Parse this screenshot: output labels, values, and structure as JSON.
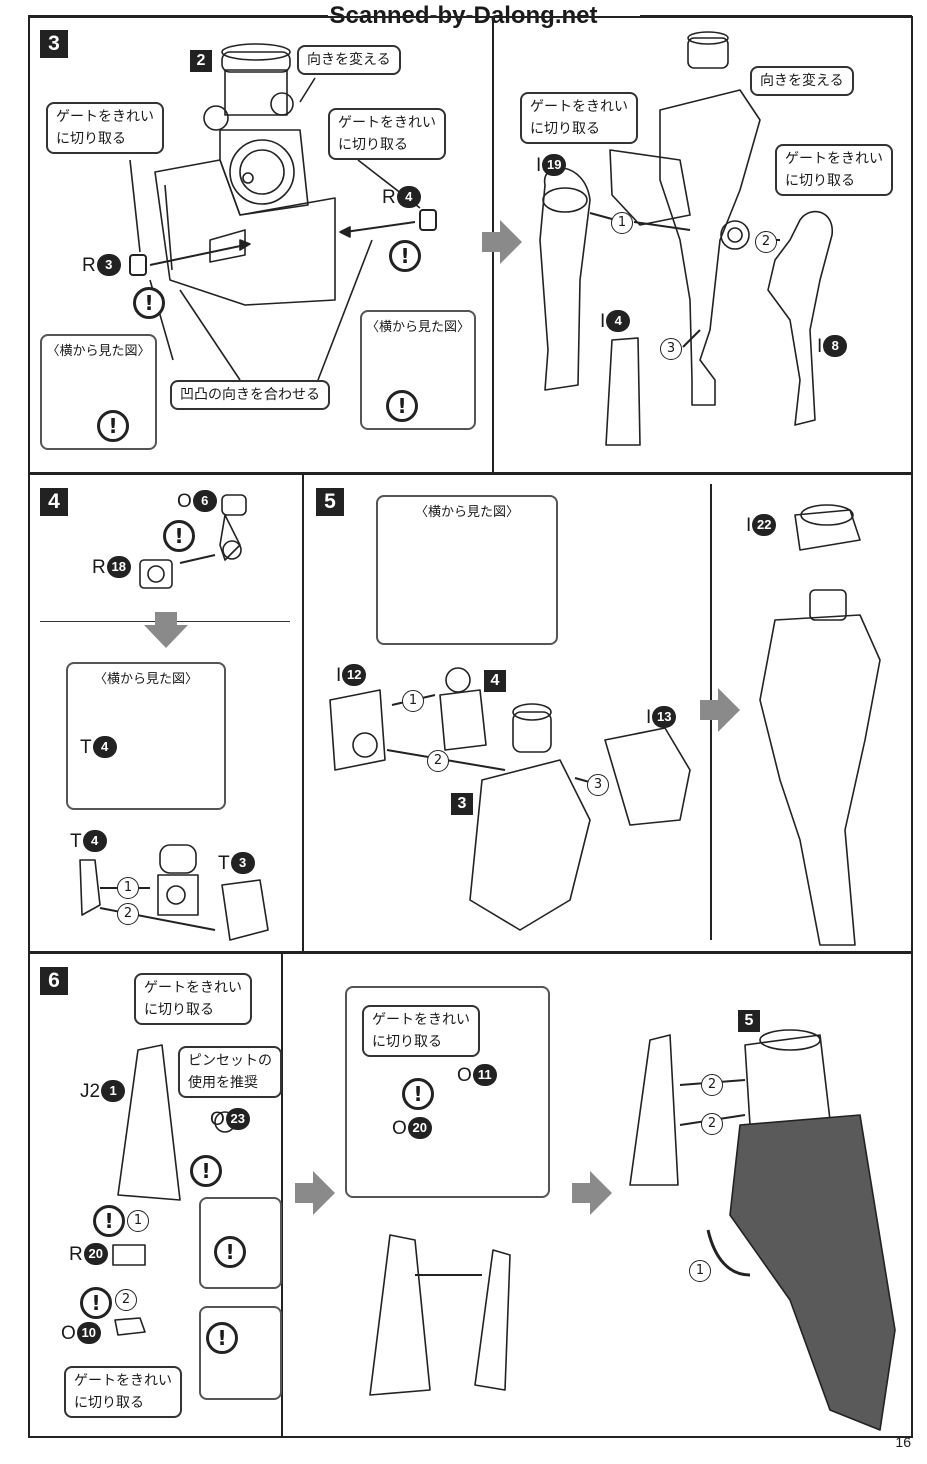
{
  "header": {
    "title": "Scanned-by-Dalong.net"
  },
  "page_number": "16",
  "notes": {
    "gate_cut": "ゲートをきれい\nに切り取る",
    "change_direction": "向きを変える",
    "side_view": "〈横から見た図〉",
    "align_recess": "凹凸の向きを合わせる",
    "tweezers": "ピンセットの\n使用を推奨"
  },
  "caution_icon": "!",
  "steps": {
    "s3": {
      "number": "3",
      "sub_ref": "2",
      "parts": {
        "R3": {
          "letter": "R",
          "num": "3"
        },
        "R4": {
          "letter": "R",
          "num": "4"
        },
        "I19": {
          "letter": "I",
          "num": "19"
        },
        "I4": {
          "letter": "I",
          "num": "4"
        },
        "I8": {
          "letter": "I",
          "num": "8"
        }
      },
      "seq": [
        "1",
        "2",
        "3"
      ]
    },
    "s4": {
      "number": "4",
      "parts": {
        "O6": {
          "letter": "O",
          "num": "6"
        },
        "R18": {
          "letter": "R",
          "num": "18"
        },
        "T4a": {
          "letter": "T",
          "num": "4"
        },
        "T4b": {
          "letter": "T",
          "num": "4"
        },
        "T3": {
          "letter": "T",
          "num": "3"
        }
      },
      "seq": [
        "1",
        "2"
      ]
    },
    "s5": {
      "number": "5",
      "ref4": "4",
      "ref3": "3",
      "parts": {
        "I12": {
          "letter": "I",
          "num": "12"
        },
        "I13": {
          "letter": "I",
          "num": "13"
        },
        "I22": {
          "letter": "I",
          "num": "22"
        }
      },
      "seq": [
        "1",
        "2",
        "3"
      ]
    },
    "s6": {
      "number": "6",
      "ref5": "5",
      "parts": {
        "J21": {
          "letter": "J2",
          "num": "1"
        },
        "O23": {
          "letter": "O",
          "num": "23"
        },
        "R20": {
          "letter": "R",
          "num": "20"
        },
        "O10": {
          "letter": "O",
          "num": "10"
        },
        "O11": {
          "letter": "O",
          "num": "11"
        },
        "O20": {
          "letter": "O",
          "num": "20"
        }
      },
      "seq": [
        "1",
        "2",
        "2",
        "2",
        "1"
      ]
    }
  },
  "colors": {
    "ink": "#222222",
    "shade": "#5a5a5a",
    "flow_arrow": "#8a8a8a"
  }
}
